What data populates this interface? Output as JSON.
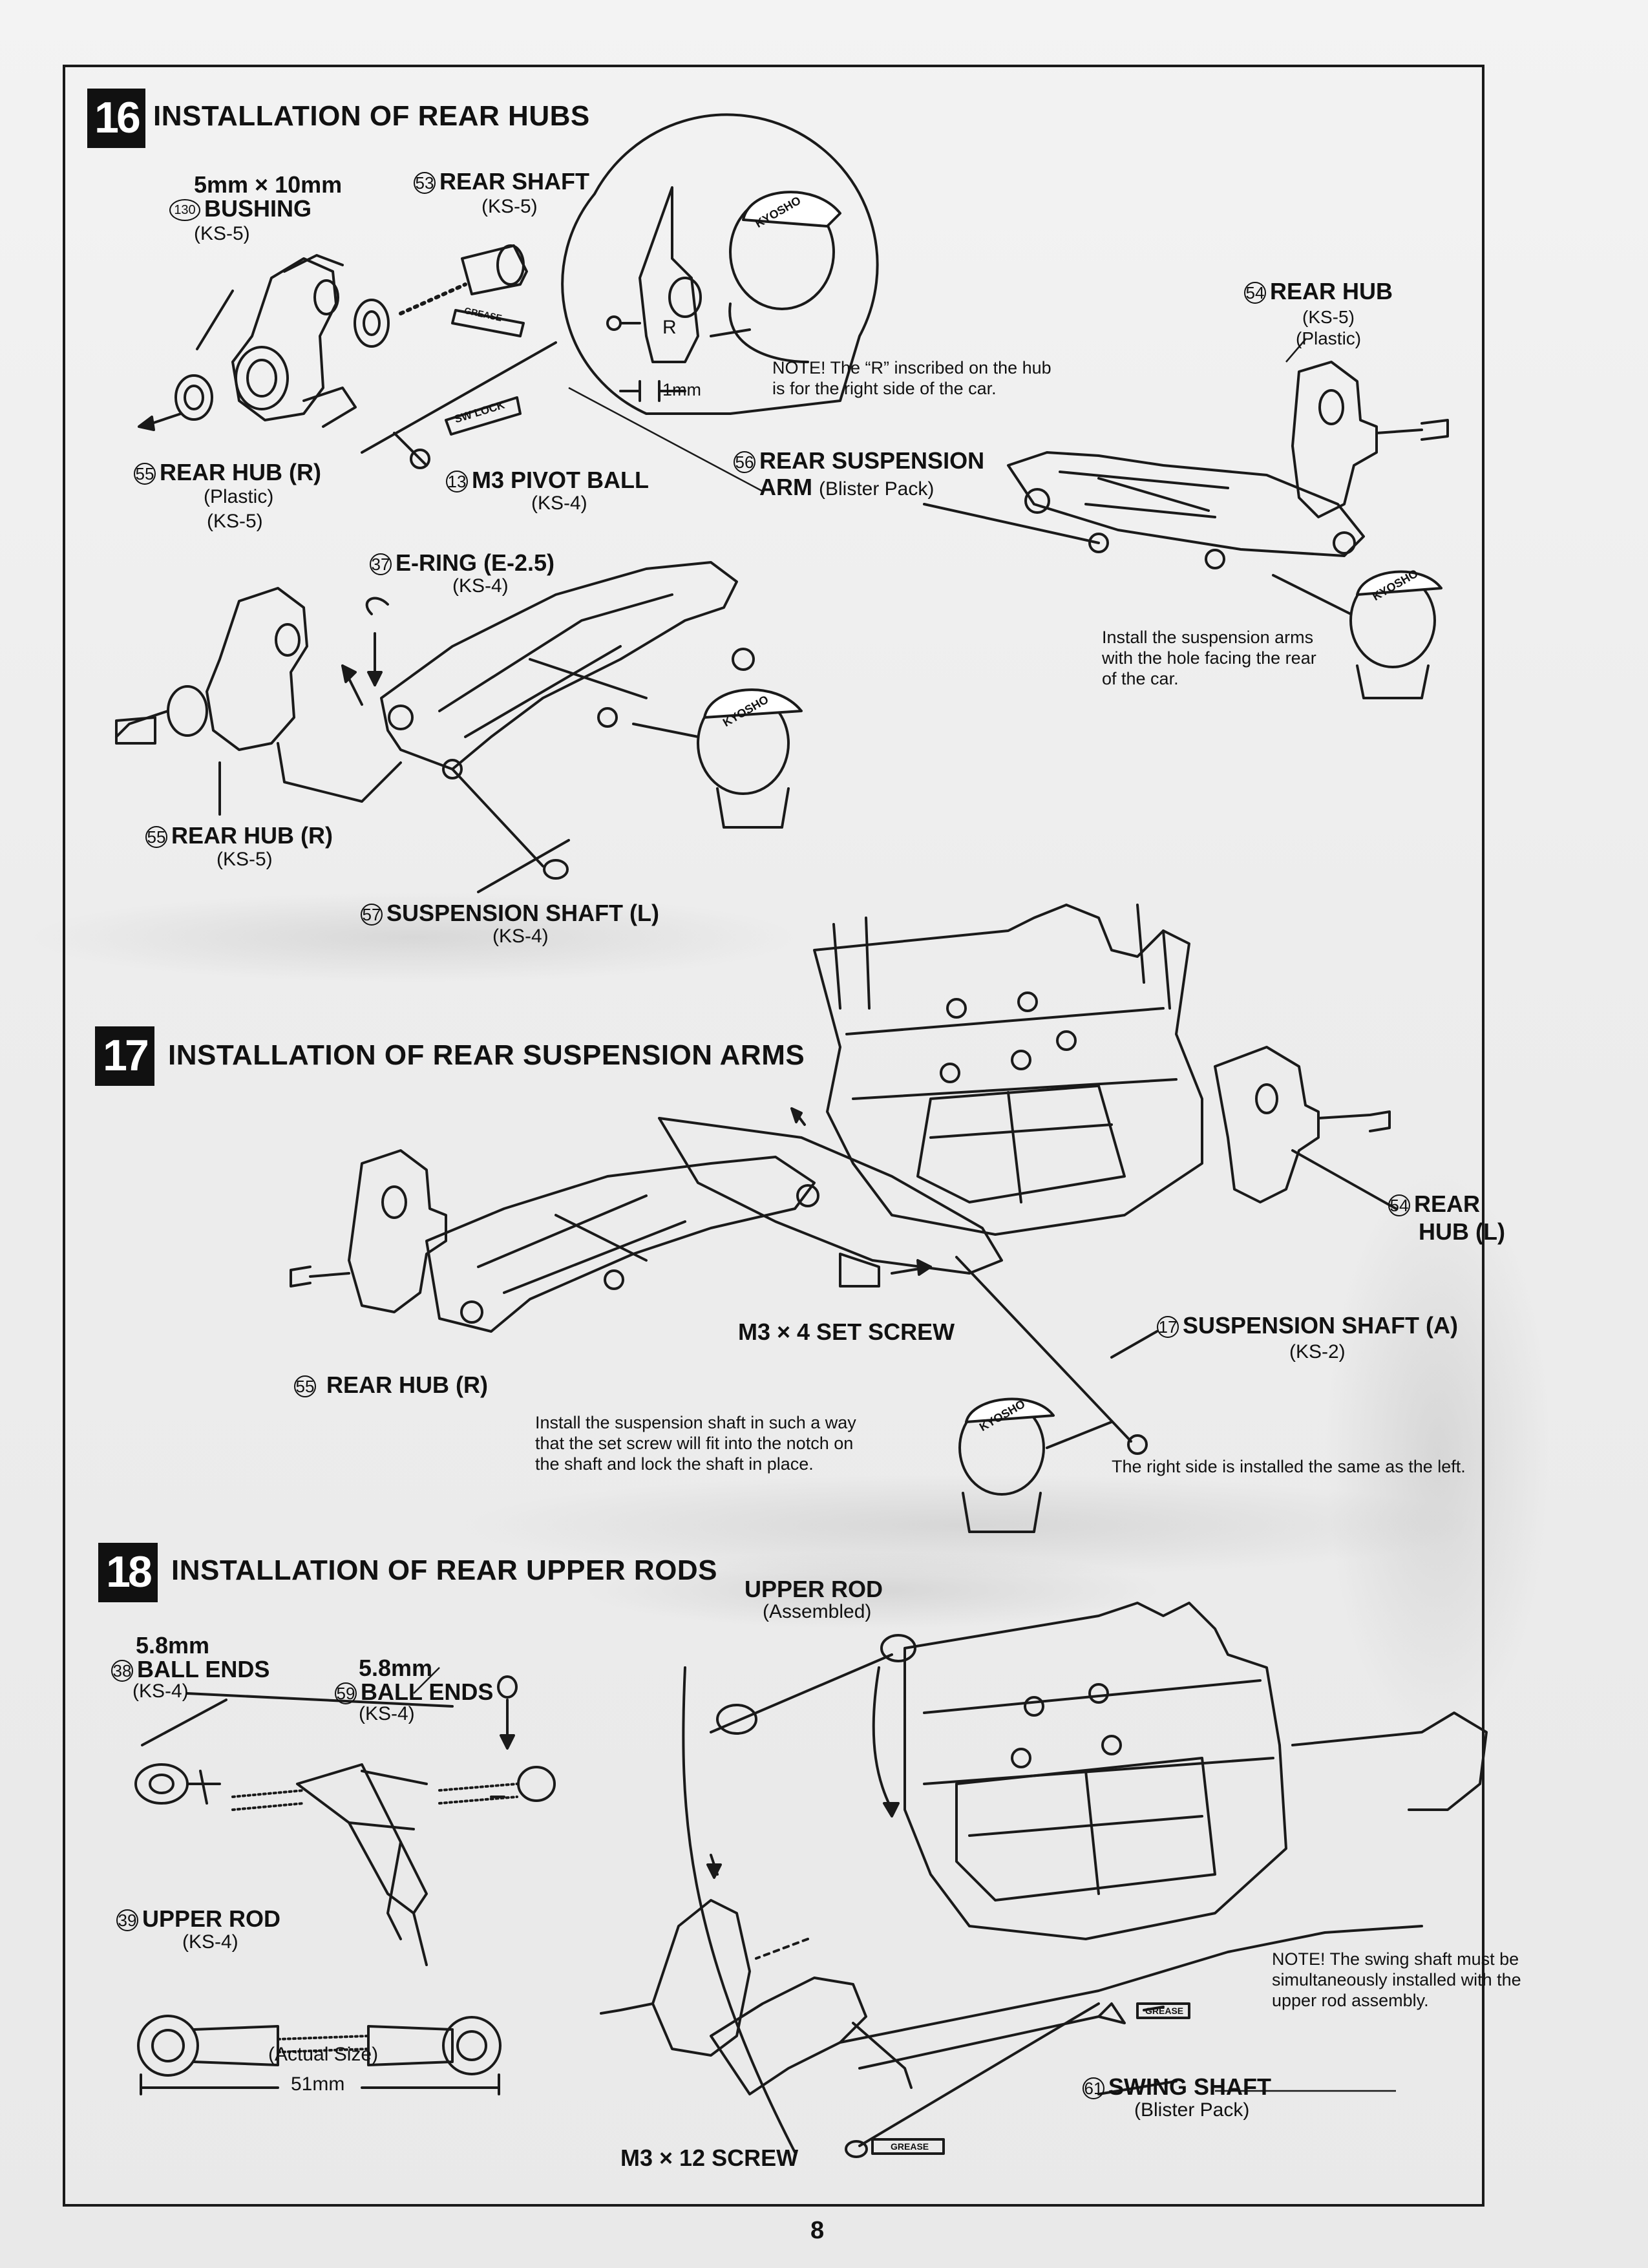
{
  "page_number": "8",
  "steps": [
    {
      "number": "16",
      "title": "INSTALLATION OF REAR HUBS",
      "labels": {
        "bushing_size": "5mm × 10mm",
        "bushing_num": "130",
        "bushing_name": "BUSHING",
        "bushing_bag": "(KS-5)",
        "rear_shaft_num": "53",
        "rear_shaft_name": "REAR SHAFT",
        "rear_shaft_bag": "(KS-5)",
        "grease_tag": "GREASE",
        "swlock_tag": "SW LOCK",
        "rear_hub_r_num": "55",
        "rear_hub_r_name": "REAR HUB (R)",
        "rear_hub_r_material": "(Plastic)",
        "rear_hub_r_bag": "(KS-5)",
        "pivot_ball_num": "13",
        "pivot_ball_name": "M3 PIVOT BALL",
        "pivot_ball_bag": "(KS-4)",
        "dim_1mm": "1mm",
        "r_mark": "R",
        "note_r": "NOTE! The “R” inscribed on the hub is for the right side of the car.",
        "rear_hub_num": "54",
        "rear_hub_name": "REAR HUB",
        "rear_hub_bag": "(KS-5)",
        "rear_hub_material": "(Plastic)",
        "susp_arm_num": "56",
        "susp_arm_name1": "REAR SUSPENSION",
        "susp_arm_name2": "ARM",
        "susp_arm_pack": "(Blister Pack)",
        "ering_num": "37",
        "ering_name": "E-RING (E-2.5)",
        "ering_bag": "(KS-4)",
        "note_arm": "Install the suspension arms with the hole facing the rear of the car.",
        "rear_hub_r2_num": "55",
        "rear_hub_r2_name": "REAR HUB (R)",
        "rear_hub_r2_bag": "(KS-5)",
        "susp_shaft_l_num": "57",
        "susp_shaft_l_name": "SUSPENSION SHAFT (L)",
        "susp_shaft_l_bag": "(KS-4)"
      }
    },
    {
      "number": "17",
      "title": "INSTALLATION OF REAR SUSPENSION ARMS",
      "labels": {
        "rear_hub_l_num": "54",
        "rear_hub_l_name1": "REAR",
        "rear_hub_l_name2": "HUB (L)",
        "set_screw": "M3 × 4 SET SCREW",
        "susp_shaft_a_num": "17",
        "susp_shaft_a_name": "SUSPENSION SHAFT (A)",
        "susp_shaft_a_bag": "(KS-2)",
        "rear_hub_r_num": "55",
        "rear_hub_r_name": "REAR HUB (R)",
        "note_shaft": "Install the suspension shaft in such a way that the set screw will fit into the notch on the shaft and lock the shaft in place.",
        "note_right": "The right side is installed the same as the left."
      }
    },
    {
      "number": "18",
      "title": "INSTALLATION OF REAR UPPER RODS",
      "labels": {
        "ball_ends1_size": "5.8mm",
        "ball_ends1_num": "38",
        "ball_ends1_name": "BALL ENDS",
        "ball_ends1_bag": "(KS-4)",
        "ball_ends2_size": "5.8mm",
        "ball_ends2_num": "59",
        "ball_ends2_name": "BALL ENDS",
        "ball_ends2_bag": "(KS-4)",
        "upper_rod_num": "39",
        "upper_rod_name": "UPPER ROD",
        "upper_rod_bag": "(KS-4)",
        "actual_size": "(Actual Size)",
        "dim_51mm": "51mm",
        "upper_rod_asm_name": "UPPER ROD",
        "upper_rod_asm_state": "(Assembled)",
        "note_swing": "NOTE! The swing shaft must be simultaneously installed with the upper rod assembly.",
        "swing_num": "61",
        "swing_name": "SWING SHAFT",
        "swing_pack": "(Blister Pack)",
        "screw": "M3 × 12 SCREW",
        "grease_tag": "GREASE"
      }
    }
  ],
  "mascot_cap_text": "KYOSHO"
}
